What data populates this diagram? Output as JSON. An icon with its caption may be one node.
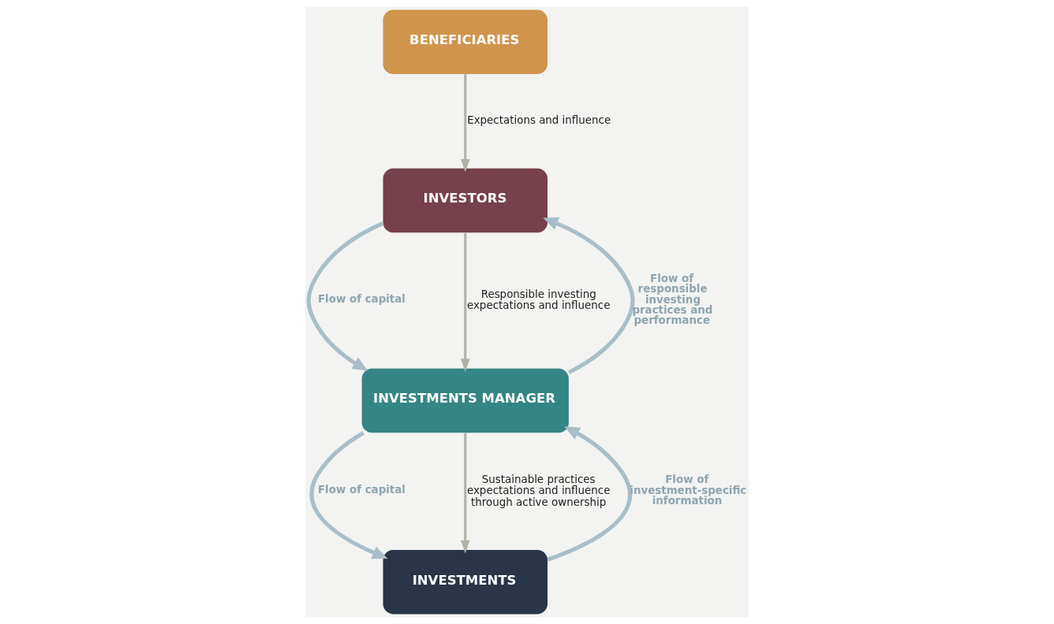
{
  "diagram": {
    "nodes": [
      {
        "text": [
          "BENEFICIARIES"
        ]
      },
      {
        "text": [
          "INVESTORS"
        ]
      },
      {
        "text": [
          "INVESTMENTS MANAGER"
        ]
      },
      {
        "text": [
          "INVESTMENTS"
        ]
      }
    ],
    "edges": [
      {
        "from": 0,
        "to": 1,
        "arrow": "to",
        "label": "Expectations and influence",
        "color": "#b3b0a9"
      },
      {
        "from": 1,
        "to": 2,
        "arrow": "to",
        "label": "Flow of capital"
      },
      {
        "from": 1,
        "to": 2,
        "arrow": "to",
        "label": "Responsible investing expectations and influence",
        "color": "#b3b0a9"
      },
      {
        "from": 2,
        "to": 3,
        "arrow": "to",
        "label": "Flow of capital"
      },
      {
        "from": 2,
        "to": 3,
        "arrow": "to",
        "label": "Sustainable practices expectations and influence through active ownership",
        "color": "#b3b0a9"
      },
      {
        "from": 2,
        "to": 1,
        "arrow": "to",
        "label": "Flow of responsible investing practices and performance"
      },
      {
        "from": 3,
        "to": 2,
        "arrow": "to",
        "label": "Flow of investment-specific information"
      }
    ]
  }
}
